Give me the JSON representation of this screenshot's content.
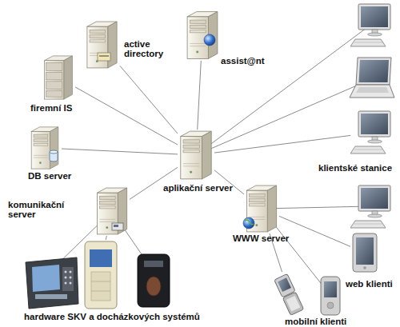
{
  "diagram": {
    "nodes": [
      {
        "text": [
          "active directory"
        ]
      },
      {
        "text": [
          "assist@nt"
        ]
      },
      {
        "text": [
          "firemní IS"
        ]
      },
      {
        "text": [
          "DB server"
        ]
      },
      {
        "text": [
          "aplikační server"
        ]
      },
      {
        "text": [
          "komunikační server"
        ]
      },
      {
        "text": [
          "WWW server"
        ]
      },
      {
        "text": [
          "klientské stanice"
        ]
      },
      {
        "text": [
          "web klienti"
        ]
      },
      {
        "text": [
          "hardware SKV a docházkových systémů"
        ]
      },
      {
        "text": [
          "mobilní klienti"
        ]
      }
    ],
    "edges": [
      {
        "from": 4,
        "to": 0,
        "arrow": "none"
      },
      {
        "from": 4,
        "to": 1,
        "arrow": "none"
      },
      {
        "from": 4,
        "to": 2,
        "arrow": "none"
      },
      {
        "from": 4,
        "to": 3,
        "arrow": "none"
      },
      {
        "from": 4,
        "to": 5,
        "arrow": "none"
      },
      {
        "from": 4,
        "to": 6,
        "arrow": "none"
      },
      {
        "from": 4,
        "to": 7,
        "arrow": "none"
      },
      {
        "from": 5,
        "to": 9,
        "arrow": "none"
      },
      {
        "from": 6,
        "to": 8,
        "arrow": "none"
      },
      {
        "from": 6,
        "to": 10,
        "arrow": "none"
      }
    ]
  }
}
